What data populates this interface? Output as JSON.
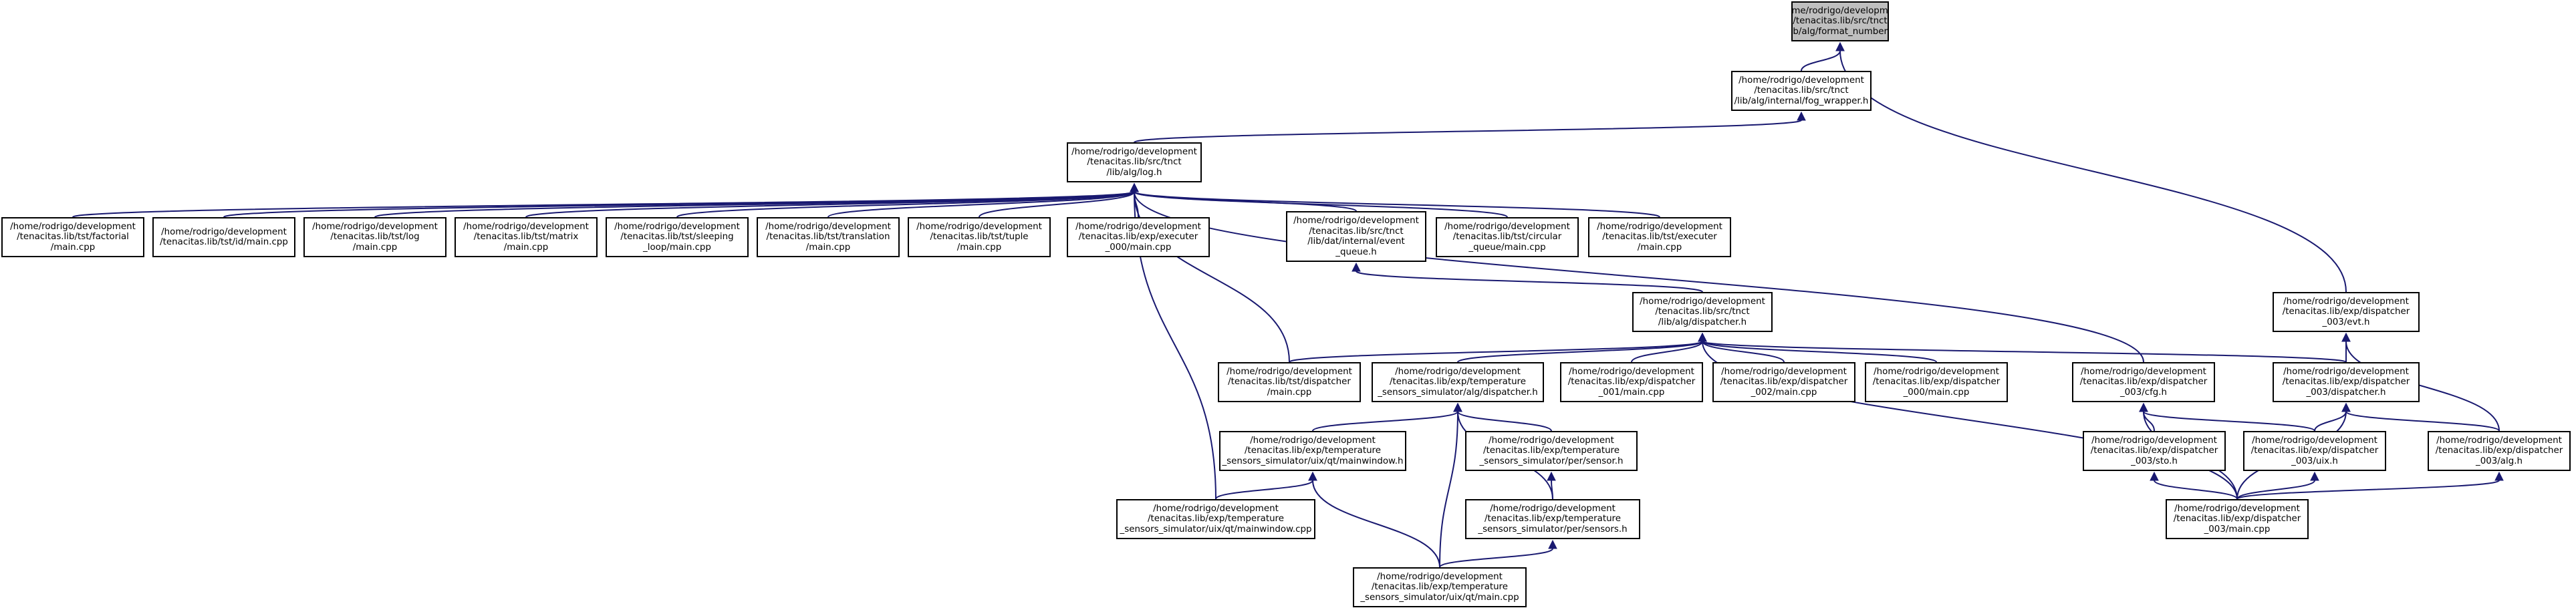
{
  "nodes": [
    {
      "id": "format_number",
      "root": true,
      "lines": [
        "/home/rodrigo/development",
        "/tenacitas.lib/src/tnct",
        "/lib/alg/format_number.h"
      ]
    },
    {
      "id": "fog_wrapper",
      "lines": [
        "/home/rodrigo/development",
        "/tenacitas.lib/src/tnct",
        "/lib/alg/internal/fog_wrapper.h"
      ]
    },
    {
      "id": "log",
      "lines": [
        "/home/rodrigo/development",
        "/tenacitas.lib/src/tnct",
        "/lib/alg/log.h"
      ]
    },
    {
      "id": "tst_factorial",
      "lines": [
        "/home/rodrigo/development",
        "/tenacitas.lib/tst/factorial",
        "/main.cpp"
      ]
    },
    {
      "id": "tst_id",
      "lines": [
        "/home/rodrigo/development",
        "/tenacitas.lib/tst/id/main.cpp"
      ]
    },
    {
      "id": "tst_log",
      "lines": [
        "/home/rodrigo/development",
        "/tenacitas.lib/tst/log",
        "/main.cpp"
      ]
    },
    {
      "id": "tst_matrix",
      "lines": [
        "/home/rodrigo/development",
        "/tenacitas.lib/tst/matrix",
        "/main.cpp"
      ]
    },
    {
      "id": "tst_sleeping",
      "lines": [
        "/home/rodrigo/development",
        "/tenacitas.lib/tst/sleeping",
        "_loop/main.cpp"
      ]
    },
    {
      "id": "tst_translation",
      "lines": [
        "/home/rodrigo/development",
        "/tenacitas.lib/tst/translation",
        "/main.cpp"
      ]
    },
    {
      "id": "tst_tuple",
      "lines": [
        "/home/rodrigo/development",
        "/tenacitas.lib/tst/tuple",
        "/main.cpp"
      ]
    },
    {
      "id": "exp_executer",
      "lines": [
        "/home/rodrigo/development",
        "/tenacitas.lib/exp/executer",
        "_000/main.cpp"
      ]
    },
    {
      "id": "event_queue",
      "lines": [
        "/home/rodrigo/development",
        "/tenacitas.lib/src/tnct",
        "/lib/dat/internal/event",
        "_queue.h"
      ]
    },
    {
      "id": "tst_circular",
      "lines": [
        "/home/rodrigo/development",
        "/tenacitas.lib/tst/circular",
        "_queue/main.cpp"
      ]
    },
    {
      "id": "tst_executer",
      "lines": [
        "/home/rodrigo/development",
        "/tenacitas.lib/tst/executer",
        "/main.cpp"
      ]
    },
    {
      "id": "evt",
      "lines": [
        "/home/rodrigo/development",
        "/tenacitas.lib/exp/dispatcher",
        "_003/evt.h"
      ]
    },
    {
      "id": "dispatcher_h",
      "lines": [
        "/home/rodrigo/development",
        "/tenacitas.lib/src/tnct",
        "/lib/alg/dispatcher.h"
      ]
    },
    {
      "id": "tst_dispatcher",
      "lines": [
        "/home/rodrigo/development",
        "/tenacitas.lib/tst/dispatcher",
        "/main.cpp"
      ]
    },
    {
      "id": "temp_alg_dispatcher",
      "lines": [
        "/home/rodrigo/development",
        "/tenacitas.lib/exp/temperature",
        "_sensors_simulator/alg/dispatcher.h"
      ]
    },
    {
      "id": "disp_001",
      "lines": [
        "/home/rodrigo/development",
        "/tenacitas.lib/exp/dispatcher",
        "_001/main.cpp"
      ]
    },
    {
      "id": "disp_002",
      "lines": [
        "/home/rodrigo/development",
        "/tenacitas.lib/exp/dispatcher",
        "_002/main.cpp"
      ]
    },
    {
      "id": "disp_000",
      "lines": [
        "/home/rodrigo/development",
        "/tenacitas.lib/exp/dispatcher",
        "_000/main.cpp"
      ]
    },
    {
      "id": "cfg",
      "lines": [
        "/home/rodrigo/development",
        "/tenacitas.lib/exp/dispatcher",
        "_003/cfg.h"
      ]
    },
    {
      "id": "disp003_dispatcher",
      "lines": [
        "/home/rodrigo/development",
        "/tenacitas.lib/exp/dispatcher",
        "_003/dispatcher.h"
      ]
    },
    {
      "id": "mainwindow_h",
      "lines": [
        "/home/rodrigo/development",
        "/tenacitas.lib/exp/temperature",
        "_sensors_simulator/uix/qt/mainwindow.h"
      ]
    },
    {
      "id": "sensor_h",
      "lines": [
        "/home/rodrigo/development",
        "/tenacitas.lib/exp/temperature",
        "_sensors_simulator/per/sensor.h"
      ]
    },
    {
      "id": "sto",
      "lines": [
        "/home/rodrigo/development",
        "/tenacitas.lib/exp/dispatcher",
        "_003/sto.h"
      ]
    },
    {
      "id": "uix",
      "lines": [
        "/home/rodrigo/development",
        "/tenacitas.lib/exp/dispatcher",
        "_003/uix.h"
      ]
    },
    {
      "id": "alg",
      "lines": [
        "/home/rodrigo/development",
        "/tenacitas.lib/exp/dispatcher",
        "_003/alg.h"
      ]
    },
    {
      "id": "mainwindow_cpp",
      "lines": [
        "/home/rodrigo/development",
        "/tenacitas.lib/exp/temperature",
        "_sensors_simulator/uix/qt/mainwindow.cpp"
      ]
    },
    {
      "id": "sensors_h",
      "lines": [
        "/home/rodrigo/development",
        "/tenacitas.lib/exp/temperature",
        "_sensors_simulator/per/sensors.h"
      ]
    },
    {
      "id": "disp003_main",
      "lines": [
        "/home/rodrigo/development",
        "/tenacitas.lib/exp/dispatcher",
        "_003/main.cpp"
      ]
    },
    {
      "id": "temp_main",
      "lines": [
        "/home/rodrigo/development",
        "/tenacitas.lib/exp/temperature",
        "_sensors_simulator/uix/qt/main.cpp"
      ]
    }
  ],
  "edges": [
    [
      "format_number",
      "fog_wrapper"
    ],
    [
      "format_number",
      "evt"
    ],
    [
      "fog_wrapper",
      "log"
    ],
    [
      "log",
      "tst_factorial"
    ],
    [
      "log",
      "tst_id"
    ],
    [
      "log",
      "tst_log"
    ],
    [
      "log",
      "tst_matrix"
    ],
    [
      "log",
      "tst_sleeping"
    ],
    [
      "log",
      "tst_translation"
    ],
    [
      "log",
      "tst_tuple"
    ],
    [
      "log",
      "exp_executer"
    ],
    [
      "log",
      "event_queue"
    ],
    [
      "log",
      "tst_circular"
    ],
    [
      "log",
      "tst_executer"
    ],
    [
      "log",
      "tst_dispatcher"
    ],
    [
      "log",
      "mainwindow_cpp"
    ],
    [
      "log",
      "cfg"
    ],
    [
      "event_queue",
      "dispatcher_h"
    ],
    [
      "dispatcher_h",
      "tst_dispatcher"
    ],
    [
      "dispatcher_h",
      "temp_alg_dispatcher"
    ],
    [
      "dispatcher_h",
      "disp_001"
    ],
    [
      "dispatcher_h",
      "disp_002"
    ],
    [
      "dispatcher_h",
      "disp_000"
    ],
    [
      "dispatcher_h",
      "disp003_dispatcher"
    ],
    [
      "dispatcher_h",
      "disp003_main"
    ],
    [
      "evt",
      "disp003_dispatcher"
    ],
    [
      "evt",
      "alg"
    ],
    [
      "cfg",
      "sto"
    ],
    [
      "cfg",
      "uix"
    ],
    [
      "cfg",
      "disp003_main"
    ],
    [
      "disp003_dispatcher",
      "uix"
    ],
    [
      "disp003_dispatcher",
      "alg"
    ],
    [
      "disp003_dispatcher",
      "disp003_main"
    ],
    [
      "sto",
      "disp003_main"
    ],
    [
      "uix",
      "disp003_main"
    ],
    [
      "alg",
      "disp003_main"
    ],
    [
      "temp_alg_dispatcher",
      "mainwindow_h"
    ],
    [
      "temp_alg_dispatcher",
      "sensor_h"
    ],
    [
      "temp_alg_dispatcher",
      "sensors_h"
    ],
    [
      "temp_alg_dispatcher",
      "temp_main"
    ],
    [
      "mainwindow_h",
      "mainwindow_cpp"
    ],
    [
      "mainwindow_h",
      "temp_main"
    ],
    [
      "sensor_h",
      "sensors_h"
    ],
    [
      "sensors_h",
      "temp_main"
    ]
  ],
  "colors": {
    "edge": "#191970",
    "root_fill": "#bfbfbf",
    "node_fill": "#ffffff",
    "border": "#000000"
  }
}
